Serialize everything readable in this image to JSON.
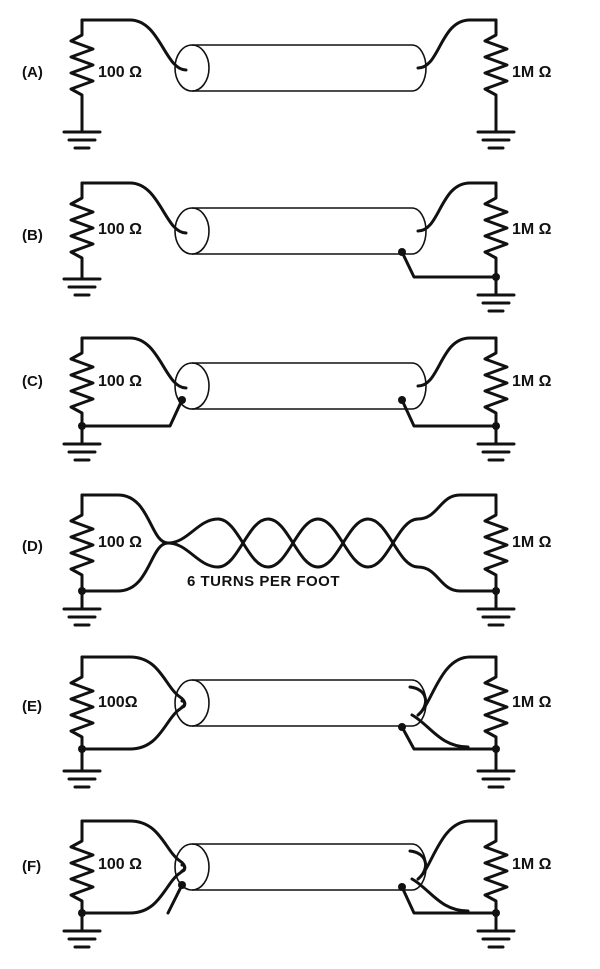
{
  "panels": [
    {
      "label": "(A)",
      "left_resistor": "100 Ω",
      "right_resistor": "1M Ω"
    },
    {
      "label": "(B)",
      "left_resistor": "100 Ω",
      "right_resistor": "1M Ω"
    },
    {
      "label": "(C)",
      "left_resistor": "100 Ω",
      "right_resistor": "1M Ω"
    },
    {
      "label": "(D)",
      "left_resistor": "100 Ω",
      "right_resistor": "1M Ω",
      "caption": "6 TURNS PER FOOT"
    },
    {
      "label": "(E)",
      "left_resistor": "100Ω",
      "right_resistor": "1M Ω"
    },
    {
      "label": "(F)",
      "left_resistor": "100 Ω",
      "right_resistor": "1M Ω"
    }
  ]
}
